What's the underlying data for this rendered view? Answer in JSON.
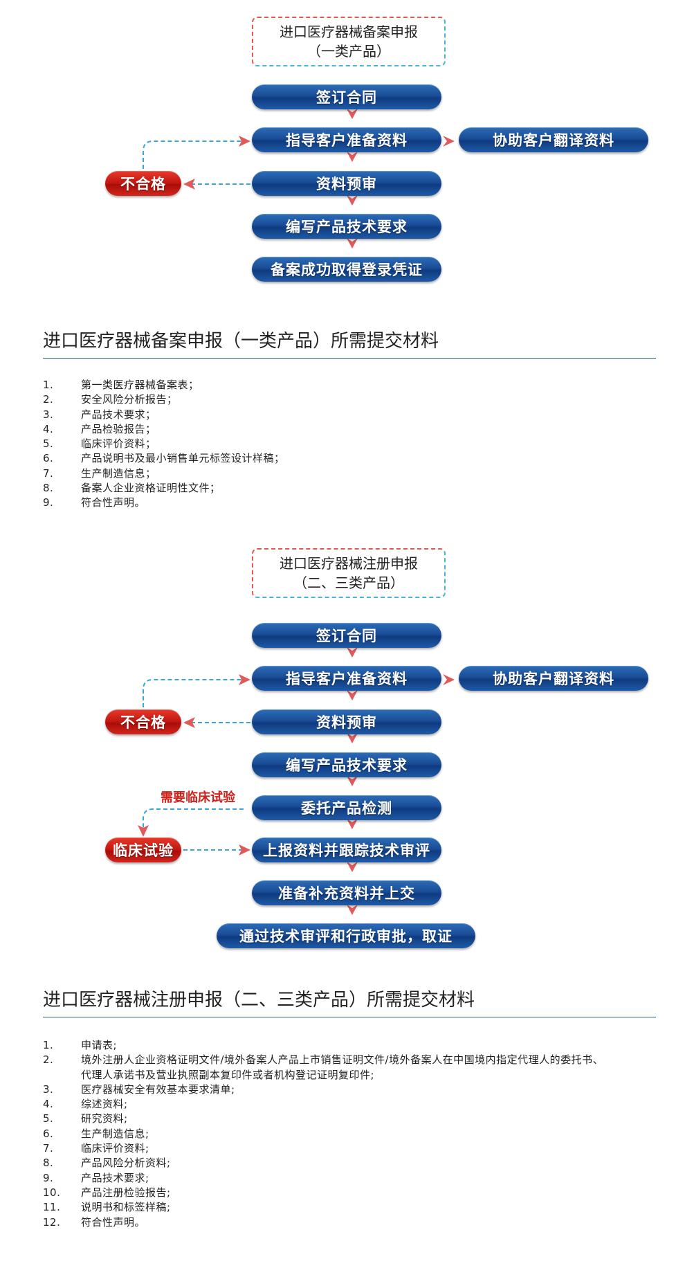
{
  "section1": {
    "title_line1": "进口医疗器械备案申报",
    "title_line2": "（一类产品）",
    "steps": {
      "sign_contract": "签订合同",
      "guide_prepare": "指导客户准备资料",
      "assist_translate": "协助客户翻译资料",
      "not_qualified": "不合格",
      "pre_review": "资料预审",
      "write_requirements": "编写产品技术要求",
      "filing_success": "备案成功取得登录凭证"
    },
    "heading": "进口医疗器械备案申报（一类产品）所需提交材料",
    "materials": [
      {
        "num": "1.",
        "text": "第一类医疗器械备案表；"
      },
      {
        "num": "2.",
        "text": "安全风险分析报告；"
      },
      {
        "num": "3.",
        "text": "产品技术要求；"
      },
      {
        "num": "4.",
        "text": "产品检验报告；"
      },
      {
        "num": "5.",
        "text": "临床评价资料；"
      },
      {
        "num": "6.",
        "text": "产品说明书及最小销售单元标签设计样稿；"
      },
      {
        "num": "7.",
        "text": "生产制造信息；"
      },
      {
        "num": "8.",
        "text": "备案人企业资格证明性文件；"
      },
      {
        "num": "9.",
        "text": "符合性声明。"
      }
    ]
  },
  "section2": {
    "title_line1": "进口医疗器械注册申报",
    "title_line2": "（二、三类产品）",
    "steps": {
      "sign_contract": "签订合同",
      "guide_prepare": "指导客户准备资料",
      "assist_translate": "协助客户翻译资料",
      "not_qualified": "不合格",
      "pre_review": "资料预审",
      "write_requirements": "编写产品技术要求",
      "clinical_needed": "需要临床试验",
      "entrust_testing": "委托产品检测",
      "clinical_trial": "临床试验",
      "submit_track": "上报资料并跟踪技术审评",
      "supplement": "准备补充资料并上交",
      "approval": "通过技术审评和行政审批，取证"
    },
    "heading": "进口医疗器械注册申报（二、三类产品）所需提交材料",
    "materials": [
      {
        "num": "1.",
        "text": "申请表;"
      },
      {
        "num": "2.",
        "text": "境外注册人企业资格证明文件/境外备案人产品上市销售证明文件/境外备案人在中国境内指定代理人的委托书、"
      },
      {
        "num": "",
        "text": "代理人承诺书及营业执照副本复印件或者机构登记证明复印件;"
      },
      {
        "num": "3.",
        "text": "医疗器械安全有效基本要求清单;"
      },
      {
        "num": "4.",
        "text": "综述资料;"
      },
      {
        "num": "5.",
        "text": "研究资料;"
      },
      {
        "num": "6.",
        "text": "生产制造信息;"
      },
      {
        "num": "7.",
        "text": "临床评价资料;"
      },
      {
        "num": "8.",
        "text": "产品风险分析资料;"
      },
      {
        "num": "9.",
        "text": "产品技术要求;"
      },
      {
        "num": "10.",
        "text": "产品注册检验报告;"
      },
      {
        "num": "11.",
        "text": "说明书和标签样稿;"
      },
      {
        "num": "12.",
        "text": "符合性声明。"
      }
    ]
  }
}
